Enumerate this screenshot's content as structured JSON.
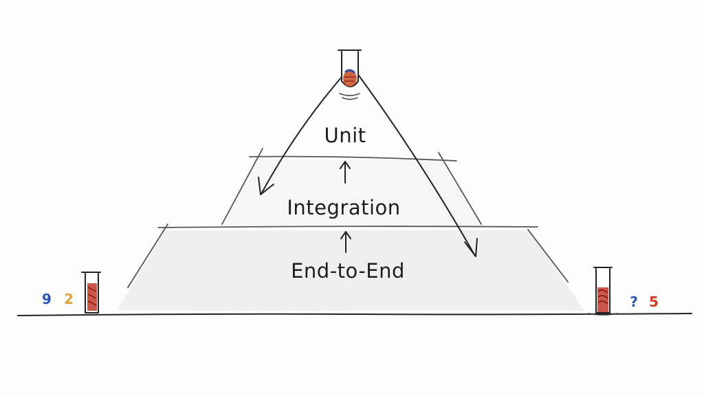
{
  "pyramid": {
    "tiers": [
      {
        "label": "Unit"
      },
      {
        "label": "Integration"
      },
      {
        "label": "End-to-End"
      }
    ]
  },
  "left_marks": [
    {
      "text": "9",
      "color": "#2b55b5"
    },
    {
      "text": "2",
      "color": "#e3a23a"
    }
  ],
  "right_marks": [
    {
      "text": "?",
      "color": "#2b55b5"
    },
    {
      "text": "5",
      "color": "#cf3a2a"
    }
  ],
  "colors": {
    "ink": "#222222",
    "tube_fill_red": "#c0392b",
    "tube_fill_blue": "#2b4aa0",
    "tube_fill_orange": "#d9782e",
    "base_fill": "#f0f0ef"
  }
}
